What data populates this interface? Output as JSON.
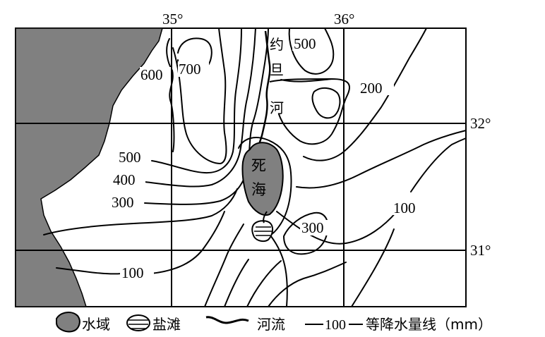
{
  "map": {
    "longitudes": [
      {
        "label": "35°"
      },
      {
        "label": "36°"
      }
    ],
    "latitudes": [
      {
        "label": "32°"
      },
      {
        "label": "31°"
      }
    ],
    "places": {
      "river_name_chars": [
        "约",
        "旦",
        "河"
      ],
      "dead_sea_chars": [
        "死",
        "海"
      ]
    },
    "isohyet_labels": {
      "l700": "700",
      "l600": "600",
      "l500_west": "500",
      "l500_north": "500",
      "l400": "400",
      "l300_west": "300",
      "l300_east": "300",
      "l200": "200",
      "l100_west": "100",
      "l100_east": "100"
    },
    "colors": {
      "land_sea_fill": "#808080",
      "line": "#000000",
      "background": "#ffffff"
    }
  },
  "legend": {
    "water_label": "水域",
    "salt_flat_label": "盐滩",
    "river_label": "河流",
    "isohyet_value": "100",
    "isohyet_label": "等降水量线（mm）"
  }
}
